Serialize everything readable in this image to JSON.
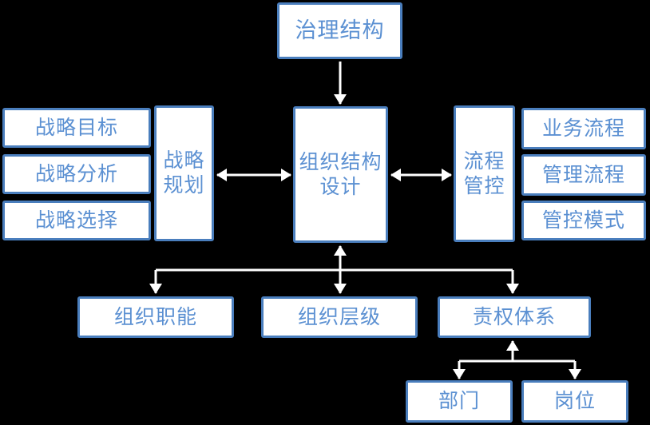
{
  "diagram": {
    "description": "Organizational structure design diagram",
    "nodes": {
      "governance": {
        "label": "治理结构"
      },
      "strategic_goal": {
        "label": "战略目标"
      },
      "strategic_analysis": {
        "label": "战略分析"
      },
      "strategic_choice": {
        "label": "战略选择"
      },
      "strategic_planning": {
        "label": "战略\n规划"
      },
      "org_structure_design": {
        "label": "组织结构\n设计"
      },
      "process_control": {
        "label": "流程\n管控"
      },
      "business_process": {
        "label": "业务流程"
      },
      "management_process": {
        "label": "管理流程"
      },
      "control_mode": {
        "label": "管控模式"
      },
      "org_functions": {
        "label": "组织职能"
      },
      "org_levels": {
        "label": "组织层级"
      },
      "responsibility_system": {
        "label": "责权体系"
      },
      "department": {
        "label": "部门"
      },
      "position": {
        "label": "岗位"
      }
    },
    "edges": [
      {
        "from": "governance",
        "to": "org_structure_design",
        "arrow": "single-down"
      },
      {
        "from": "strategic_planning",
        "to": "org_structure_design",
        "arrow": "double-horizontal"
      },
      {
        "from": "org_structure_design",
        "to": "process_control",
        "arrow": "double-horizontal"
      },
      {
        "from": "org_structure_design",
        "to": "org_levels",
        "arrow": "double-vertical"
      },
      {
        "from": "org_structure_design",
        "to": "org_functions",
        "arrow": "single-down-branch"
      },
      {
        "from": "org_structure_design",
        "to": "responsibility_system",
        "arrow": "single-down-branch"
      },
      {
        "from": "responsibility_system",
        "to": "department",
        "arrow": "double-branch"
      },
      {
        "from": "responsibility_system",
        "to": "position",
        "arrow": "double-branch"
      }
    ],
    "colors": {
      "background": "#000000",
      "box_border": "#4a7ebd",
      "box_fill": "#ffffff",
      "box_text": "#5b90d2",
      "arrow": "#ffffff"
    }
  }
}
